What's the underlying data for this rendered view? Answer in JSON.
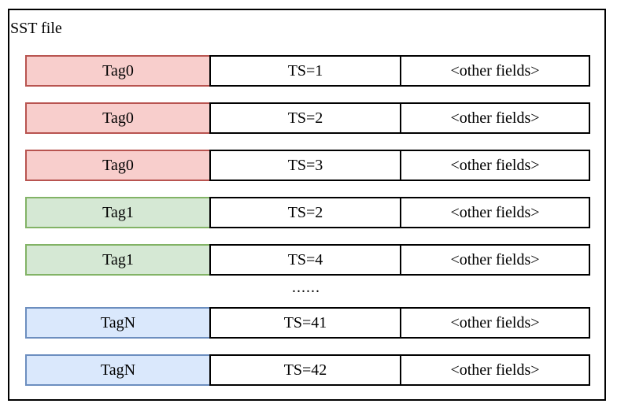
{
  "diagram": {
    "title": "SST file",
    "ellipsis": "......"
  },
  "colors": {
    "red": {
      "fill": "#F8CECC",
      "stroke": "#B85450"
    },
    "green": {
      "fill": "#D5E8D4",
      "stroke": "#82B366"
    },
    "blue": {
      "fill": "#DAE8FC",
      "stroke": "#6C8EBF"
    }
  },
  "rows": [
    {
      "tag": "Tag0",
      "color": "red",
      "ts": "TS=1",
      "other": "<other fields>"
    },
    {
      "tag": "Tag0",
      "color": "red",
      "ts": "TS=2",
      "other": "<other fields>"
    },
    {
      "tag": "Tag0",
      "color": "red",
      "ts": "TS=3",
      "other": "<other fields>"
    },
    {
      "tag": "Tag1",
      "color": "green",
      "ts": "TS=2",
      "other": "<other fields>"
    },
    {
      "tag": "Tag1",
      "color": "green",
      "ts": "TS=4",
      "other": "<other fields>"
    },
    {
      "tag": "TagN",
      "color": "blue",
      "ts": "TS=41",
      "other": "<other fields>"
    },
    {
      "tag": "TagN",
      "color": "blue",
      "ts": "TS=42",
      "other": "<other fields>"
    }
  ]
}
